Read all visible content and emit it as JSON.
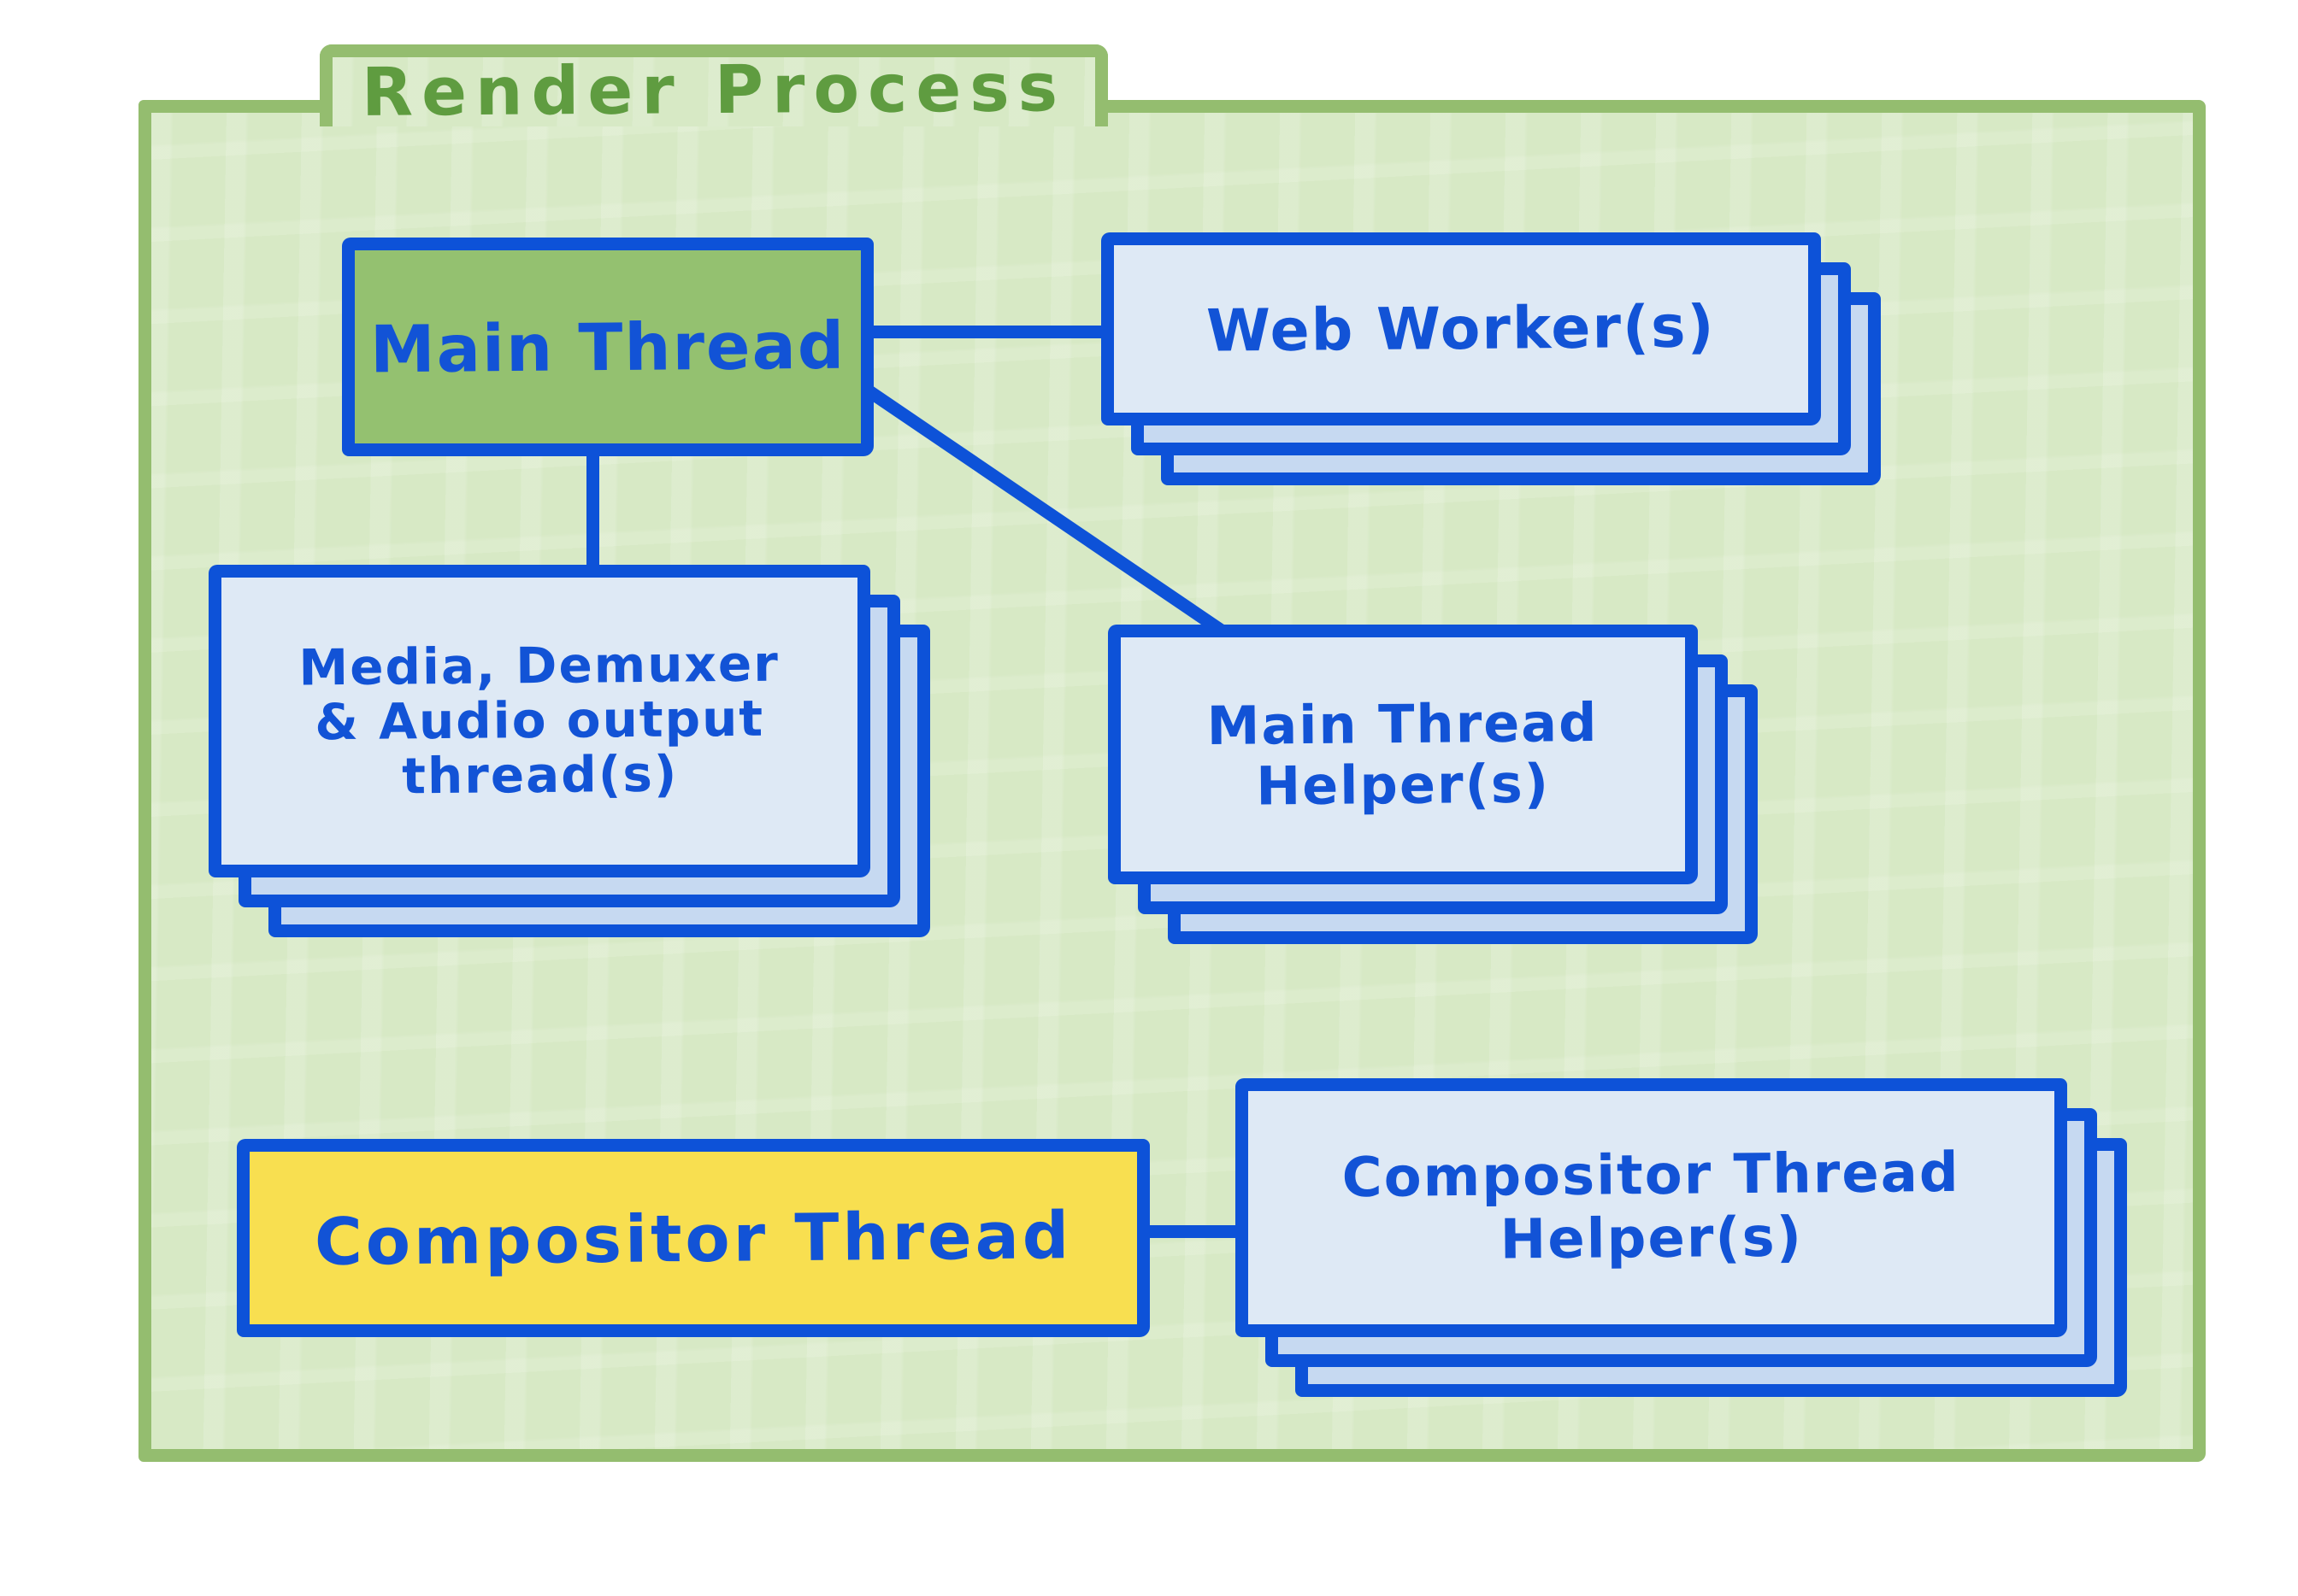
{
  "diagram": {
    "title": "Render Process",
    "nodes": {
      "main_thread": {
        "label": "Main Thread",
        "type": "single",
        "fill": "#94c170"
      },
      "web_workers": {
        "label": "Web Worker(s)",
        "type": "stack"
      },
      "media_threads": {
        "lines": [
          "Media, Demuxer",
          "& Audio output",
          "thread(s)"
        ],
        "type": "stack"
      },
      "main_thread_helpers": {
        "lines": [
          "Main Thread",
          "Helper(s)"
        ],
        "type": "stack"
      },
      "compositor_thread": {
        "label": "Compositor Thread",
        "type": "single",
        "fill": "#f8df50"
      },
      "compositor_thread_helpers": {
        "lines": [
          "Compositor Thread",
          "Helper(s)"
        ],
        "type": "stack"
      }
    },
    "edges": [
      {
        "from": "main_thread",
        "to": "web_workers"
      },
      {
        "from": "main_thread",
        "to": "media_threads"
      },
      {
        "from": "main_thread",
        "to": "main_thread_helpers"
      },
      {
        "from": "compositor_thread",
        "to": "compositor_thread_helpers"
      }
    ],
    "colors": {
      "container_border": "#94bd6f",
      "container_fill": "#d7e9c5",
      "title_text": "#5f9c40",
      "node_border": "#0d52d8",
      "node_text": "#1253d6",
      "main_thread_fill": "#94c170",
      "compositor_thread_fill": "#f8df50",
      "card_front_fill": "#dee9f5",
      "card_back_fill": "#c6d9f1",
      "page_background": "#ffffff"
    }
  }
}
